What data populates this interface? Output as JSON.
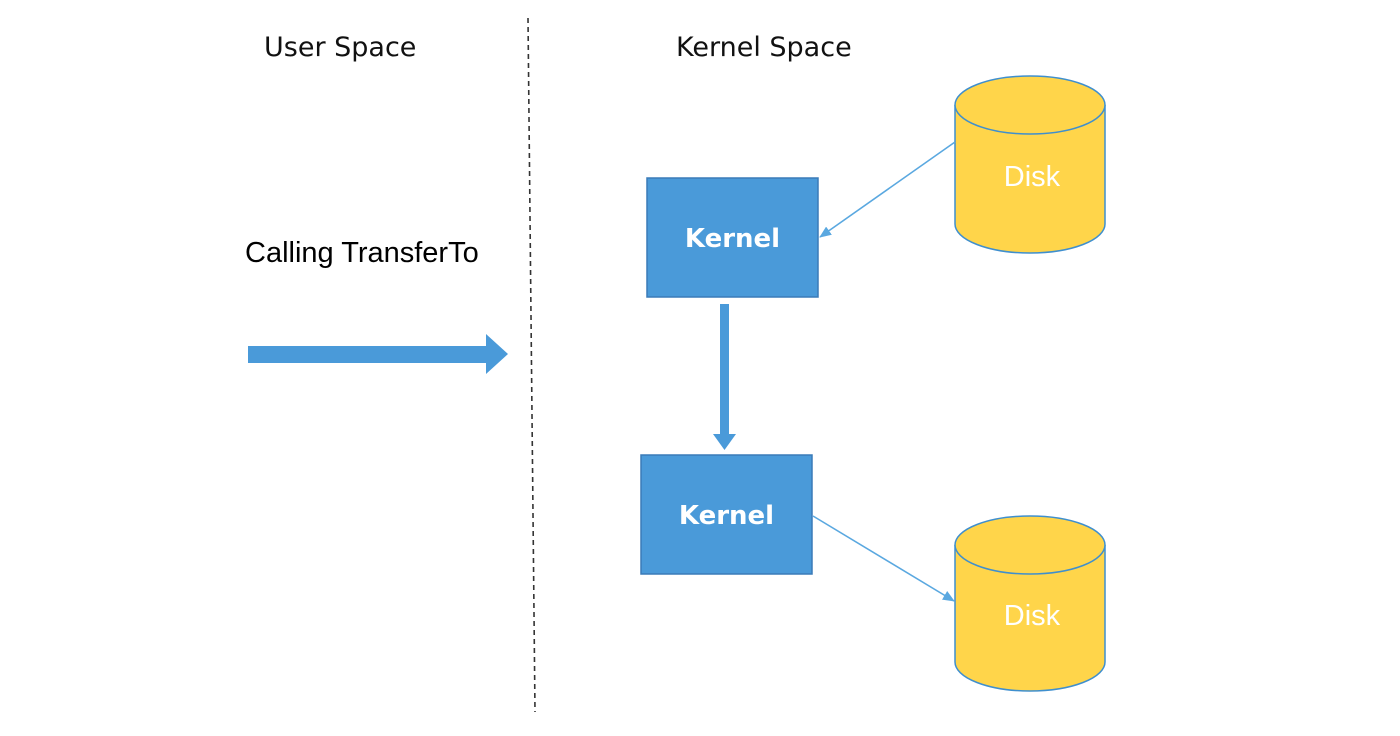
{
  "headings": {
    "user_space": "User Space",
    "kernel_space": "Kernel Space"
  },
  "caption": "Calling TransferTo",
  "kernels": [
    {
      "label": "Kernel"
    },
    {
      "label": "Kernel"
    }
  ],
  "disks": [
    {
      "label": "Disk"
    },
    {
      "label": "Disk"
    }
  ],
  "colors": {
    "kernel_fill": "#4a9ad9",
    "kernel_stroke": "#3a7bb8",
    "disk_fill": "#ffd54a",
    "disk_stroke": "#3f8fce",
    "arrow": "#4a9ad9",
    "thin_arrow": "#5aa8e0",
    "divider": "#333333"
  }
}
